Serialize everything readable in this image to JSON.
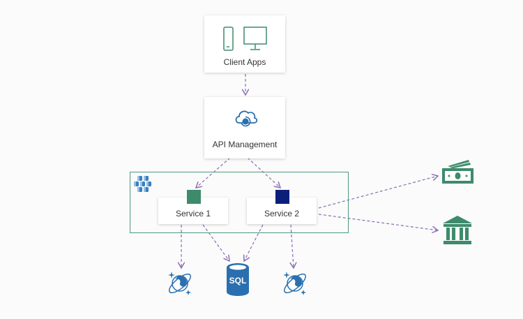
{
  "nodes": {
    "client_apps": {
      "label": "Client Apps",
      "icons": [
        "mobile-phone-icon",
        "monitor-icon"
      ]
    },
    "api_management": {
      "label": "API Management",
      "icon": "cloud-api-icon"
    },
    "cluster": {
      "icon": "service-fabric-cluster-icon"
    },
    "service1": {
      "label": "Service 1",
      "color": "#3d8b6b"
    },
    "service2": {
      "label": "Service 2",
      "color": "#0b1f7a"
    },
    "cosmos_db_1": {
      "icon": "cosmos-db-icon"
    },
    "sql_db": {
      "label": "SQL",
      "icon": "sql-database-icon"
    },
    "cosmos_db_2": {
      "icon": "cosmos-db-icon"
    },
    "payment": {
      "icon": "money-icon"
    },
    "bank": {
      "icon": "bank-icon"
    }
  },
  "edges": [
    {
      "from": "client_apps",
      "to": "api_management"
    },
    {
      "from": "api_management",
      "to": "service1"
    },
    {
      "from": "api_management",
      "to": "service2"
    },
    {
      "from": "service1",
      "to": "cosmos_db_1"
    },
    {
      "from": "service1",
      "to": "sql_db"
    },
    {
      "from": "service2",
      "to": "sql_db"
    },
    {
      "from": "service2",
      "to": "cosmos_db_2"
    },
    {
      "from": "service2",
      "to": "payment"
    },
    {
      "from": "service2",
      "to": "bank"
    }
  ],
  "colors": {
    "accent_green": "#3d8b6b",
    "navy": "#0b1f7a",
    "azure_blue": "#2a6fb0",
    "arrow": "#8a6bb0"
  }
}
